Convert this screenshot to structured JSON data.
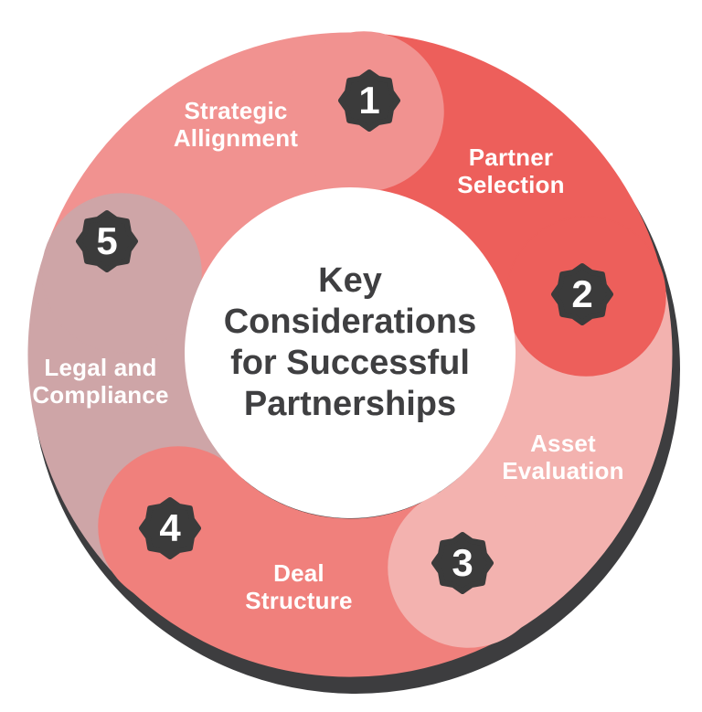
{
  "diagram": {
    "title": "Key\nConsiderations\nfor Successful\nPartnerships",
    "title_color": "#3F3F41",
    "label_text_color": "#FFFFFF",
    "badge_color": "#3B3B3B",
    "badge_number_color": "#FFFFFF",
    "shadow_ring_color": "#3D3D3F",
    "center_circle_color": "#FFFFFF",
    "background_color": "#FFFFFF",
    "segments": [
      {
        "number": "1",
        "label": "Strategic\nAllignment",
        "color": "#F19290"
      },
      {
        "number": "2",
        "label": "Partner\nSelection",
        "color": "#ED5F5B"
      },
      {
        "number": "3",
        "label": "Asset\nEvaluation",
        "color": "#F3B2AF"
      },
      {
        "number": "4",
        "label": "Deal\nStructure",
        "color": "#F0807C"
      },
      {
        "number": "5",
        "label": "Legal and\nCompliance",
        "color": "#CEA5A7"
      }
    ]
  }
}
